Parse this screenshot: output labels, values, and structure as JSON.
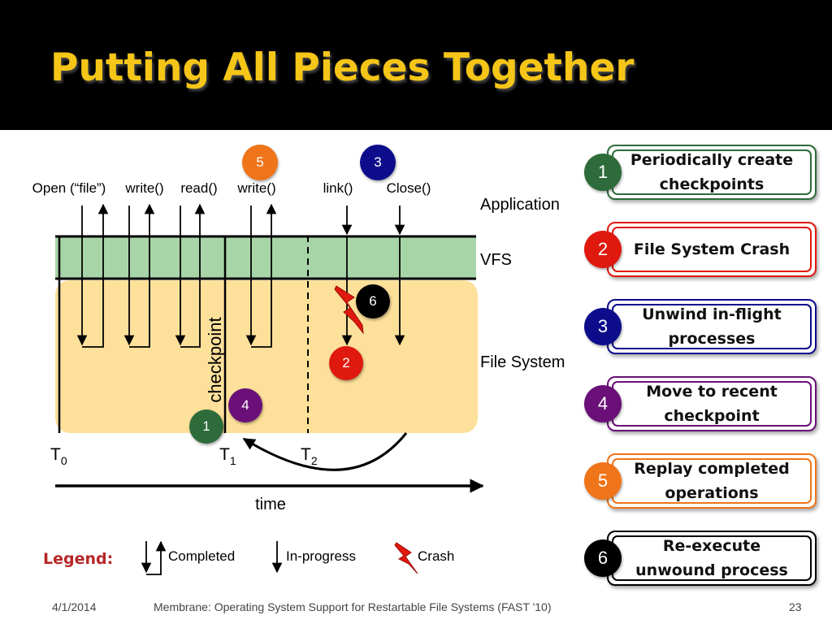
{
  "title": "Putting All  Pieces Together",
  "ops": [
    "Open (“file”)",
    "write()",
    "read()",
    "write()",
    "link()",
    "Close()"
  ],
  "layers": {
    "application": "Application",
    "vfs": "VFS",
    "file_system": "File System"
  },
  "checkpoint_label": "checkpoint",
  "times": [
    {
      "t": "T",
      "sub": "0"
    },
    {
      "t": "T",
      "sub": "1"
    },
    {
      "t": "T",
      "sub": "2"
    }
  ],
  "time_label": "time",
  "markers": {
    "m1": "1",
    "m2": "2",
    "m3": "3",
    "m4": "4",
    "m5": "5",
    "m6": "6"
  },
  "legend": {
    "title": "Legend:",
    "completed": "Completed",
    "in_progress": "In-progress",
    "crash": "Crash"
  },
  "steps": [
    {
      "num": "1",
      "text": "Periodically create checkpoints",
      "color": "#2e6b3a"
    },
    {
      "num": "2",
      "text": "File System Crash",
      "color": "#e0190f"
    },
    {
      "num": "3",
      "text": "Unwind in-flight processes",
      "color": "#0d0d8c"
    },
    {
      "num": "4",
      "text": "Move to recent checkpoint",
      "color": "#6a1078"
    },
    {
      "num": "5",
      "text": "Replay completed operations",
      "color": "#f07419"
    },
    {
      "num": "6",
      "text": "Re-execute unwound process",
      "color": "#000000"
    }
  ],
  "colors": {
    "title": "#f5c518",
    "vfs": "#a8d5a8",
    "file_system": "#fde09a",
    "legend": "#b52525"
  },
  "footer": {
    "date": "4/1/2014",
    "caption": "Membrane: Operating System Support for Restartable File Systems (FAST '10)",
    "page": "23"
  }
}
